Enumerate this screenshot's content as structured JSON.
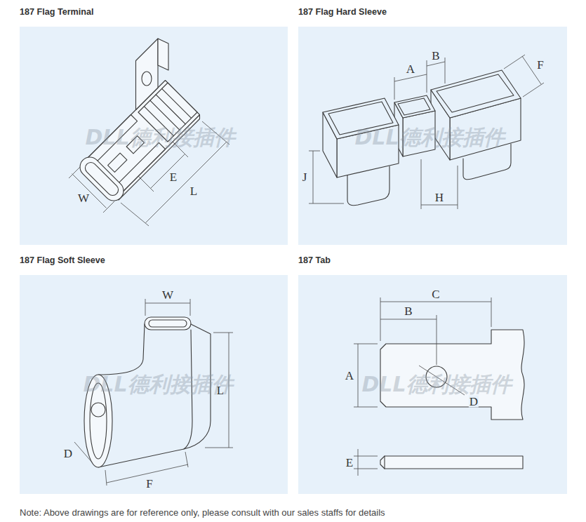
{
  "diagram": {
    "nodes": [
      {
        "text": [
          "187 Flag Terminal"
        ]
      },
      {
        "text": [
          "187 Flag Hard Sleeve"
        ]
      },
      {
        "text": [
          "187 Flag Soft Sleeve"
        ]
      },
      {
        "text": [
          "187 Tab"
        ]
      }
    ],
    "labels": [
      "W",
      "E",
      "L",
      "DLL德利接插件",
      "A",
      "B",
      "F",
      "J",
      "H",
      "DLL德利接插件",
      "W",
      "L",
      "D",
      "F",
      "DLL德利接插件",
      "C",
      "B",
      "A",
      "D",
      "E",
      "DLL德利接插件",
      "Note: Above drawings are for reference only, please consult with our sales staffs for details"
    ]
  }
}
